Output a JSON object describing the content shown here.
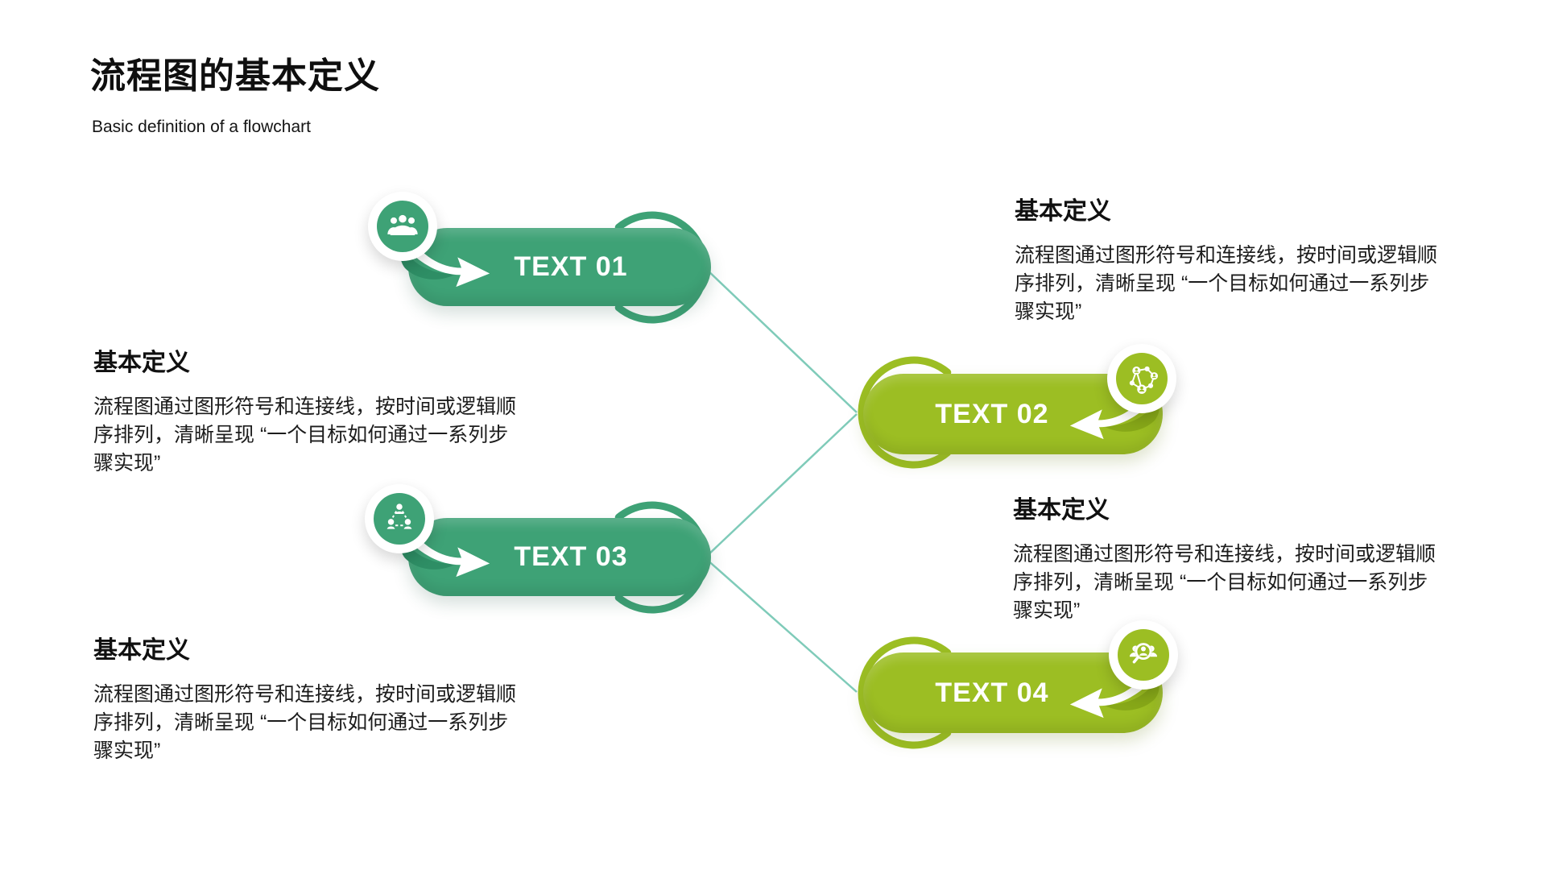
{
  "slide": {
    "title": "流程图的基本定义",
    "subtitle": "Basic definition of a flowchart"
  },
  "colors": {
    "jade": "#3EA276",
    "jade-dark": "#2E8E65",
    "lime": "#9CBE23",
    "lime-dark": "#87A818",
    "connector": "#7FCBB9",
    "text": "#1B1B1B"
  },
  "nodes": [
    {
      "label": "TEXT 01",
      "icon": "meeting-icon",
      "color": "#3EA276"
    },
    {
      "label": "TEXT 02",
      "icon": "people-network-icon",
      "color": "#9CBE23"
    },
    {
      "label": "TEXT 03",
      "icon": "org-hierarchy-icon",
      "color": "#3EA276"
    },
    {
      "label": "TEXT 04",
      "icon": "people-search-icon",
      "color": "#9CBE23"
    }
  ],
  "blocks": [
    {
      "heading": "基本定义",
      "body": "流程图通过图形符号和连接线，按时间或逻辑顺序排列，清晰呈现 “一个目标如何通过一系列步骤实现”"
    },
    {
      "heading": "基本定义",
      "body": "流程图通过图形符号和连接线，按时间或逻辑顺序排列，清晰呈现 “一个目标如何通过一系列步骤实现”"
    },
    {
      "heading": "基本定义",
      "body": "流程图通过图形符号和连接线，按时间或逻辑顺序排列，清晰呈现 “一个目标如何通过一系列步骤实现”"
    },
    {
      "heading": "基本定义",
      "body": "流程图通过图形符号和连接线，按时间或逻辑顺序排列，清晰呈现 “一个目标如何通过一系列步骤实现”"
    }
  ]
}
